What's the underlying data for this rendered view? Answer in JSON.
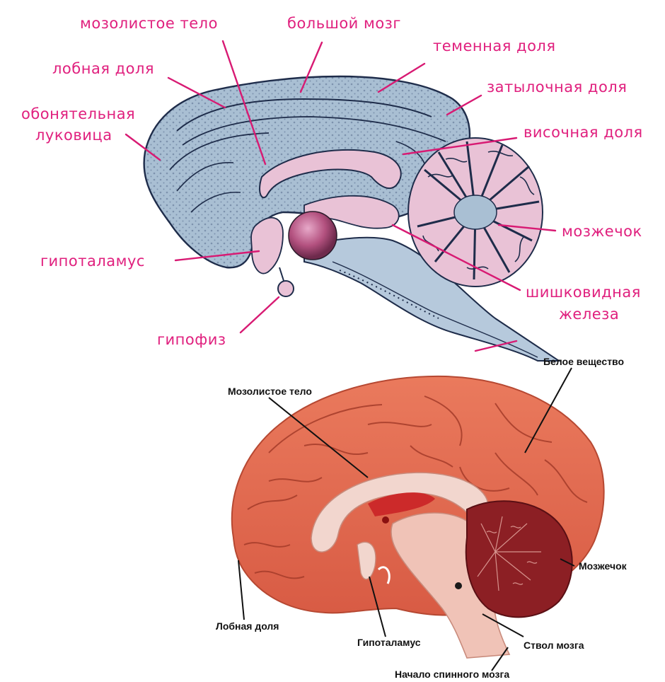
{
  "top_diagram": {
    "labels": {
      "corpus_callosum": "мозолистое тело",
      "cerebrum": "большой мозг",
      "parietal_lobe": "теменная доля",
      "frontal_lobe": "лобная доля",
      "occipital_lobe": "затылочная доля",
      "olfactory_bulb_line1": "обонятельная",
      "olfactory_bulb_line2": "луковица",
      "temporal_lobe": "височная доля",
      "cerebellum": "мозжечок",
      "hypothalamus": "гипоталамус",
      "pineal_gland_line1": "шишковидная",
      "pineal_gland_line2": "железа",
      "pituitary": "гипофиз"
    }
  },
  "bottom_diagram": {
    "labels": {
      "white_matter": "Белое вещество",
      "corpus_callosum": "Мозолистое тело",
      "cerebellum": "Мозжечок",
      "frontal_lobe": "Лобная доля",
      "hypothalamus": "Гипоталамус",
      "brain_stem": "Ствол мозга",
      "spinal_cord_start": "Начало спинного мозга"
    }
  },
  "colors": {
    "label_pink": "#e0207e",
    "brain_blue": "#a9bfd3",
    "brain_pink": "#e9c2d6",
    "model_orange": "#e2694e",
    "model_cerebellum": "#8c1f24"
  }
}
